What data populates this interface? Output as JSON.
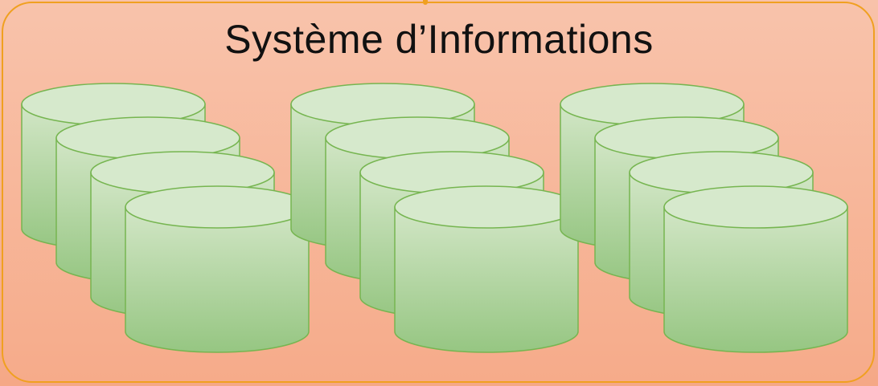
{
  "title": "Système d’Informations",
  "colors": {
    "background_top": "#f8c3ab",
    "background_bottom": "#f6ab8a",
    "frame_border": "#f0a020",
    "cylinder_top": "#d6e9cc",
    "cylinder_body_light": "#d2e6c6",
    "cylinder_body_dark": "#96c682",
    "cylinder_stroke": "#76b550"
  },
  "groups": [
    {
      "name": "database-group-1",
      "cylinders": 4
    },
    {
      "name": "database-group-2",
      "cylinders": 4
    },
    {
      "name": "database-group-3",
      "cylinders": 4
    }
  ]
}
